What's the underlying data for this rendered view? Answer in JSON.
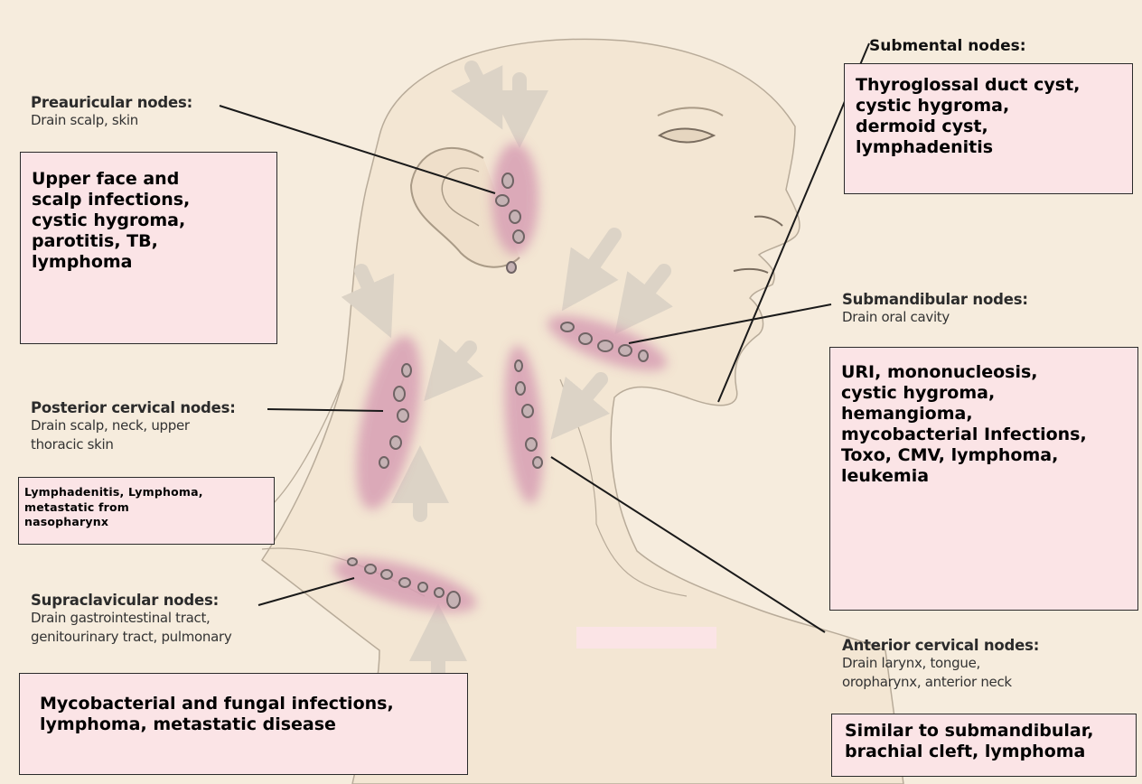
{
  "diagram": {
    "preauricular": {
      "title": "Preauricular nodes:",
      "desc": [
        "Drain scalp, skin"
      ],
      "conditions": [
        "Upper face and",
        "scalp infections,",
        "cystic hygroma,",
        "parotitis, TB,",
        "lymphoma"
      ]
    },
    "submental": {
      "title": "Submental nodes:",
      "conditions": [
        "Thyroglossal duct cyst,",
        "cystic hygroma,",
        "dermoid cyst,",
        "lymphadenitis"
      ]
    },
    "submandibular": {
      "title": "Submandibular nodes:",
      "desc": [
        "Drain oral cavity"
      ],
      "conditions": [
        "URI, mononucleosis,",
        "cystic hygroma,",
        "hemangioma,",
        "mycobacterial Infections,",
        "Toxo, CMV, lymphoma,",
        "leukemia"
      ]
    },
    "posterior_cervical": {
      "title": "Posterior cervical nodes:",
      "desc": [
        "Drain scalp, neck, upper",
        "thoracic skin"
      ],
      "conditions": [
        "Lymphadenitis, Lymphoma,",
        "metastatic from",
        "nasopharynx"
      ]
    },
    "supraclavicular": {
      "title": "Supraclavicular nodes:",
      "desc": [
        "Drain gastrointestinal tract,",
        "genitourinary tract, pulmonary"
      ],
      "conditions": [
        "Mycobacterial and fungal infections,",
        "lymphoma, metastatic disease"
      ]
    },
    "anterior_cervical": {
      "title": "Anterior cervical nodes:",
      "desc": [
        "Drain larynx, tongue,",
        "oropharynx, anterior neck"
      ],
      "conditions": [
        "Similar to submandibular,",
        "brachial cleft, lymphoma"
      ]
    },
    "colors": {
      "background": "#f6ecdd",
      "skin": "#f3e6d3",
      "node_glow": "#d79fb4",
      "node": "#b9a4a6",
      "arrow": "#dcd3c6",
      "box_fill": "#fbe4e6"
    }
  }
}
